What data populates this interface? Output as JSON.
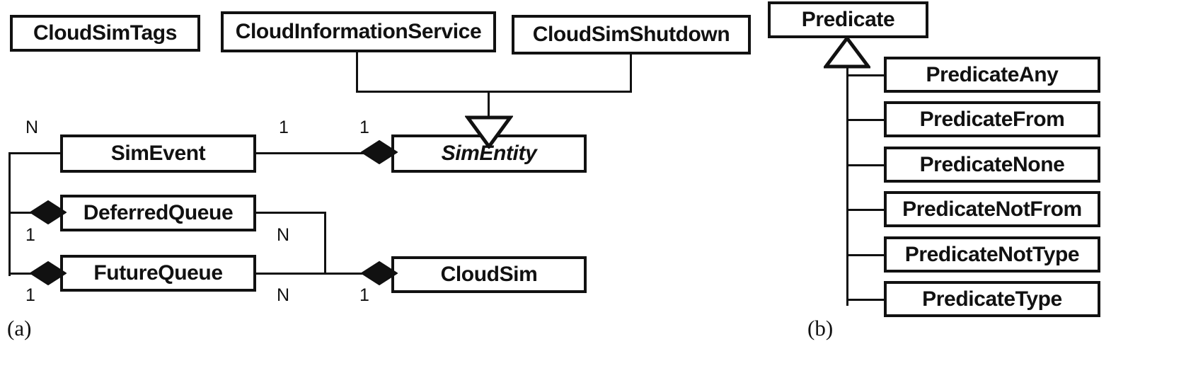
{
  "figure": {
    "type": "uml-class-diagram",
    "colors": {
      "stroke": "#111111",
      "fill": "#ffffff",
      "background": "#ffffff"
    },
    "subfigures": [
      {
        "caption": "(a)"
      },
      {
        "caption": "(b)"
      }
    ]
  },
  "diagram_a": {
    "caption": "(a)",
    "classes": {
      "cloudsimtags": {
        "name": "CloudSimTags",
        "abstract": false
      },
      "cloudinformationservice": {
        "name": "CloudInformationService",
        "abstract": false
      },
      "cloudsimshutdown": {
        "name": "CloudSimShutdown",
        "abstract": false
      },
      "simentity": {
        "name": "SimEntity",
        "abstract": true
      },
      "simevent": {
        "name": "SimEvent",
        "abstract": false
      },
      "deferredqueue": {
        "name": "DeferredQueue",
        "abstract": false
      },
      "futurequeue": {
        "name": "FutureQueue",
        "abstract": false
      },
      "cloudsim": {
        "name": "CloudSim",
        "abstract": false
      }
    },
    "multiplicities": {
      "simevent_left": "N",
      "simevent_right": "1",
      "simentity_left": "1",
      "deferredqueue_left": "1",
      "deferredqueue_right": "N",
      "futurequeue_left": "1",
      "futurequeue_right": "N",
      "cloudsim_left": "1"
    },
    "relationships": [
      {
        "kind": "generalization",
        "from": "CloudInformationService",
        "to": "SimEntity"
      },
      {
        "kind": "generalization",
        "from": "CloudSimShutdown",
        "to": "SimEntity"
      },
      {
        "kind": "composition",
        "whole": "SimEntity",
        "part": "SimEvent",
        "whole_mult": "1",
        "part_mult": "N"
      },
      {
        "kind": "composition",
        "whole": "CloudSim",
        "part": "DeferredQueue",
        "whole_mult": "1",
        "part_mult": "N"
      },
      {
        "kind": "composition",
        "whole": "CloudSim",
        "part": "FutureQueue",
        "whole_mult": "1",
        "part_mult": "N"
      }
    ]
  },
  "diagram_b": {
    "caption": "(b)",
    "superclass": {
      "name": "Predicate",
      "abstract": false
    },
    "subclasses": [
      {
        "name": "PredicateAny"
      },
      {
        "name": "PredicateFrom"
      },
      {
        "name": "PredicateNone"
      },
      {
        "name": "PredicateNotFrom"
      },
      {
        "name": "PredicateNotType"
      },
      {
        "name": "PredicateType"
      }
    ],
    "relationship_kind": "generalization"
  }
}
